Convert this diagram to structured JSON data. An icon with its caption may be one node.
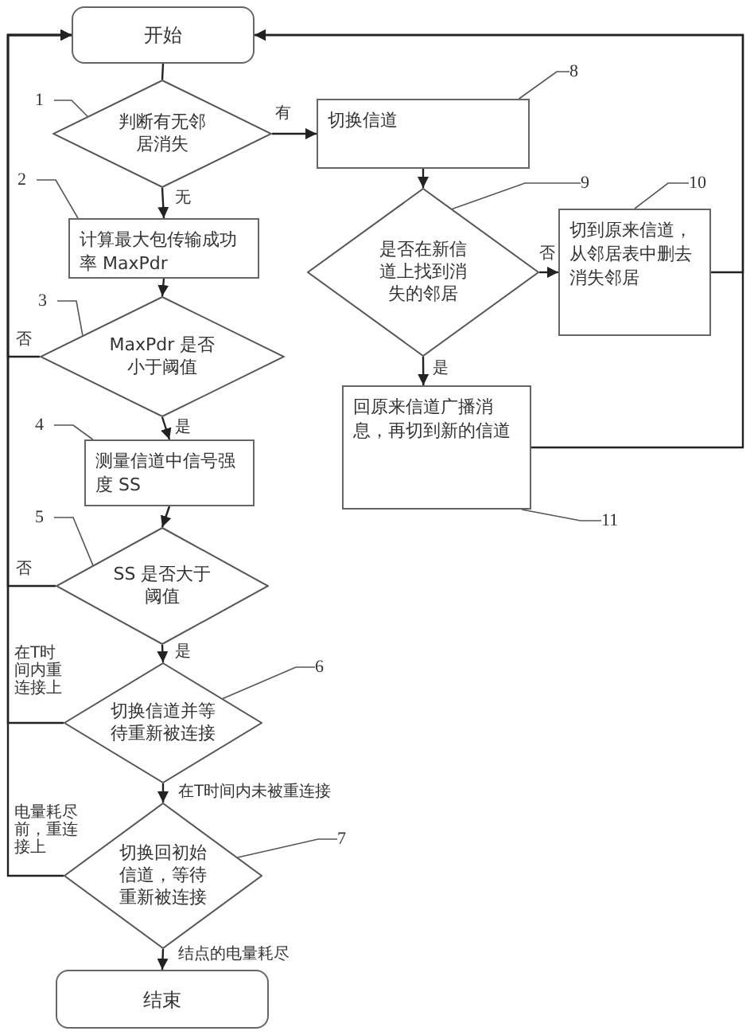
{
  "diagram": {
    "nodes": [
      {
        "text": [
          "开始"
        ]
      },
      {
        "text": [
          "判断有无邻居消失"
        ]
      },
      {
        "text": [
          "计算最大包传输成功率 MaxPdr"
        ]
      },
      {
        "text": [
          "MaxPdr 是否小于阈值"
        ]
      },
      {
        "text": [
          "测量信道中信号强度 SS"
        ]
      },
      {
        "text": [
          "SS 是否大于阈值"
        ]
      },
      {
        "text": [
          "切换信道并等待重新被连接"
        ]
      },
      {
        "text": [
          "切换回初始信道，等待重新被连接"
        ]
      },
      {
        "text": [
          "结束"
        ]
      },
      {
        "text": [
          "切换信道"
        ]
      },
      {
        "text": [
          "是否在新信道上找到消失的邻居"
        ]
      },
      {
        "text": [
          "切到原来信道，从邻居表中删去消失邻居"
        ]
      },
      {
        "text": [
          "回原来信道广播消息，再切到新的信道"
        ]
      },
      {
        "text": [
          "1"
        ]
      },
      {
        "text": [
          "2"
        ]
      },
      {
        "text": [
          "3"
        ]
      },
      {
        "text": [
          "4"
        ]
      },
      {
        "text": [
          "5"
        ]
      },
      {
        "text": [
          "6"
        ]
      },
      {
        "text": [
          "7"
        ]
      },
      {
        "text": [
          "8"
        ]
      },
      {
        "text": [
          "9"
        ]
      },
      {
        "text": [
          "10"
        ]
      },
      {
        "text": [
          "11"
        ]
      }
    ],
    "edges": [
      {
        "from": 0,
        "to": 1,
        "arrow": "none"
      },
      {
        "from": 1,
        "to": 9,
        "label": "有",
        "arrow": "to"
      },
      {
        "from": 1,
        "to": 2,
        "label": "无",
        "arrow": "to"
      },
      {
        "from": 2,
        "to": 3,
        "arrow": "to"
      },
      {
        "from": 3,
        "to": 4,
        "label": "是",
        "arrow": "to"
      },
      {
        "from": 4,
        "to": 5,
        "arrow": "to"
      },
      {
        "from": 5,
        "to": 6,
        "label": "是",
        "arrow": "to"
      },
      {
        "from": 6,
        "to": 7,
        "label": "在T时间内未被重连接",
        "arrow": "to"
      },
      {
        "from": 7,
        "to": 8,
        "label": "结点的电量耗尽",
        "arrow": "to"
      },
      {
        "from": 3,
        "to": 0,
        "label": "否",
        "arrow": "to"
      },
      {
        "from": 5,
        "to": 0,
        "label": "否",
        "arrow": "to"
      },
      {
        "from": 6,
        "to": 0,
        "label": "在T时间内重连接上",
        "arrow": "to"
      },
      {
        "from": 7,
        "to": 0,
        "label": "电量耗尽前，重连接上",
        "arrow": "to"
      },
      {
        "from": 9,
        "to": 10,
        "arrow": "to"
      },
      {
        "from": 10,
        "to": 11,
        "label": "否",
        "arrow": "to"
      },
      {
        "from": 10,
        "to": 12,
        "label": "是",
        "arrow": "to"
      },
      {
        "from": 11,
        "to": 0,
        "arrow": "to"
      },
      {
        "from": 12,
        "to": 0,
        "arrow": "to"
      },
      {
        "from": 13,
        "to": 1,
        "arrow": "none"
      },
      {
        "from": 14,
        "to": 2,
        "arrow": "none"
      },
      {
        "from": 15,
        "to": 3,
        "arrow": "none"
      },
      {
        "from": 16,
        "to": 4,
        "arrow": "none"
      },
      {
        "from": 17,
        "to": 5,
        "arrow": "none"
      },
      {
        "from": 18,
        "to": 6,
        "arrow": "none"
      },
      {
        "from": 19,
        "to": 7,
        "arrow": "none"
      },
      {
        "from": 20,
        "to": 9,
        "arrow": "none"
      },
      {
        "from": 21,
        "to": 10,
        "arrow": "none"
      },
      {
        "from": 22,
        "to": 11,
        "arrow": "none"
      },
      {
        "from": 23,
        "to": 12,
        "arrow": "none"
      }
    ]
  }
}
